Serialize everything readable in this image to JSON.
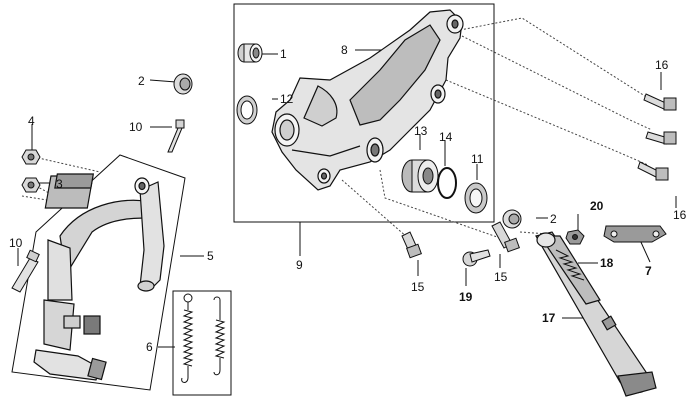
{
  "diagram": {
    "callouts": {
      "c1": "1",
      "c2a": "2",
      "c2b": "2",
      "c3": "3",
      "c4": "4",
      "c5": "5",
      "c6": "6",
      "c7": "7",
      "c8": "8",
      "c9": "9",
      "c10a": "10",
      "c10b": "10",
      "c11": "11",
      "c12": "12",
      "c13": "13",
      "c14": "14",
      "c15a": "15",
      "c15b": "15",
      "c16a": "16",
      "c16b": "16",
      "c17": "17",
      "c18": "18",
      "c19": "19",
      "c20": "20"
    },
    "colors": {
      "line": "#111111",
      "part_fill": "#e6e6e6",
      "part_shade": "#9a9a9a",
      "dashed": "#444444"
    }
  }
}
